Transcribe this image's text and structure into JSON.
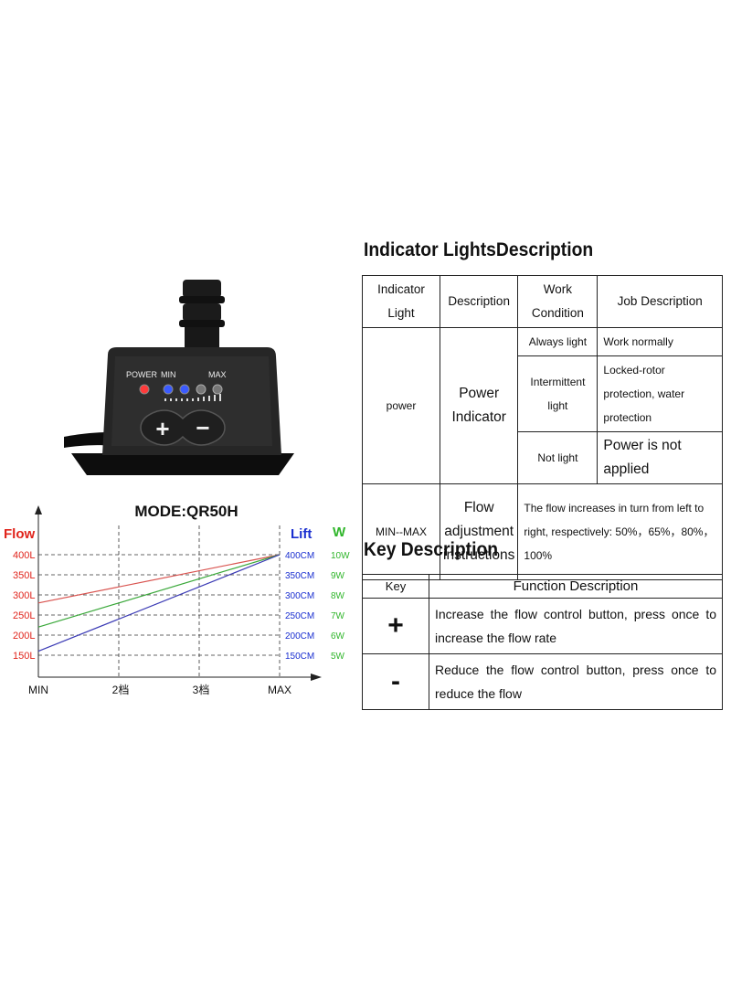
{
  "pump": {
    "labels": [
      "POWER",
      "MIN",
      "MAX"
    ],
    "plus_symbol": "+",
    "minus_symbol": "−"
  },
  "chart_data": {
    "type": "line",
    "title": "MODE:QR50H",
    "x_categories": [
      "MIN",
      "2档",
      "3档",
      "MAX"
    ],
    "left_axis": {
      "label": "Flow",
      "ticks": [
        "150L",
        "200L",
        "250L",
        "300L",
        "350L",
        "400L"
      ],
      "range": [
        150,
        400
      ]
    },
    "right_axis_lift": {
      "label": "Lift",
      "ticks": [
        "150CM",
        "200CM",
        "250CM",
        "300CM",
        "350CM",
        "400CM"
      ],
      "range": [
        150,
        400
      ]
    },
    "right_axis_power": {
      "label": "W",
      "ticks": [
        "5W",
        "6W",
        "7W",
        "8W",
        "9W",
        "10W"
      ],
      "range": [
        5,
        10
      ]
    },
    "grid": true,
    "series": [
      {
        "axis": "Flow",
        "color": "#d9534f",
        "x": [
          0,
          3
        ],
        "y": [
          280,
          400
        ]
      },
      {
        "axis": "Lift",
        "color": "#3aa83a",
        "x": [
          0,
          3
        ],
        "y": [
          220,
          400
        ]
      },
      {
        "axis": "W",
        "color": "#3b3bb5",
        "x": [
          0,
          3
        ],
        "y": [
          5.2,
          10
        ]
      }
    ]
  },
  "colors": {
    "flow": "#e0241b",
    "lift": "#1a2fd0",
    "power": "#2fb52a"
  },
  "indicator": {
    "title": "Indicator LightsDescription",
    "headers": [
      "Indicator Light",
      "Description",
      "Work Condition",
      "Job Description"
    ],
    "power_row": {
      "name": "power",
      "description": "Power Indicator",
      "conditions": [
        {
          "condition": "Always light",
          "job": "Work normally"
        },
        {
          "condition": "Intermittent light",
          "job": "Locked-rotor protection, water protection"
        },
        {
          "condition": "Not light",
          "job": "Power is not applied"
        }
      ]
    },
    "minmax_row": {
      "name": "MIN--MAX",
      "description": "Flow adjustment instructions",
      "job": "The flow increases in turn from left to right, respectively: 50%，65%，80%，100%"
    }
  },
  "keys": {
    "title": "Key Description",
    "headers": [
      "Key",
      "Function Description"
    ],
    "rows": [
      {
        "key": "+",
        "desc": "Increase the flow control button, press once to increase the flow rate"
      },
      {
        "key": "-",
        "desc": "Reduce the flow control button, press once to reduce the flow"
      }
    ]
  }
}
